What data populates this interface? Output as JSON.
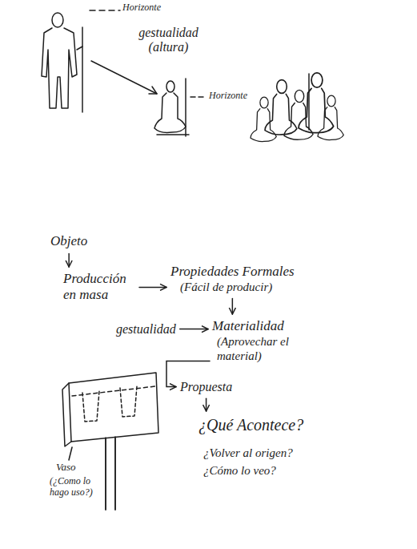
{
  "diagram": {
    "nodes": [
      {
        "text": [
          "Objeto"
        ]
      },
      {
        "text": [
          "Producción en masa"
        ]
      },
      {
        "text": [
          "Propiedades Formales",
          "(Fácil de producir)"
        ]
      },
      {
        "text": [
          "gestualidad"
        ]
      },
      {
        "text": [
          "Materialidad",
          "(Aprovechar el material)"
        ]
      },
      {
        "text": [
          "Propuesta"
        ]
      },
      {
        "text": [
          "¿Qué Acontece?",
          "¿Volver al origen?",
          "¿Cómo lo veo?"
        ]
      }
    ],
    "edges": [
      {
        "from": 0,
        "to": 1,
        "arrow": "to"
      },
      {
        "from": 1,
        "to": 2,
        "arrow": "to"
      },
      {
        "from": 2,
        "to": 4,
        "arrow": "to"
      },
      {
        "from": 3,
        "to": 4,
        "arrow": "to"
      },
      {
        "from": 4,
        "to": 5,
        "arrow": "to"
      },
      {
        "from": 5,
        "to": 6,
        "arrow": "to"
      }
    ],
    "labels": [
      "Horizonte",
      "gestualidad (altura)",
      "Horizonte",
      "Vaso",
      "(¿Como lo hago uso?)"
    ]
  }
}
